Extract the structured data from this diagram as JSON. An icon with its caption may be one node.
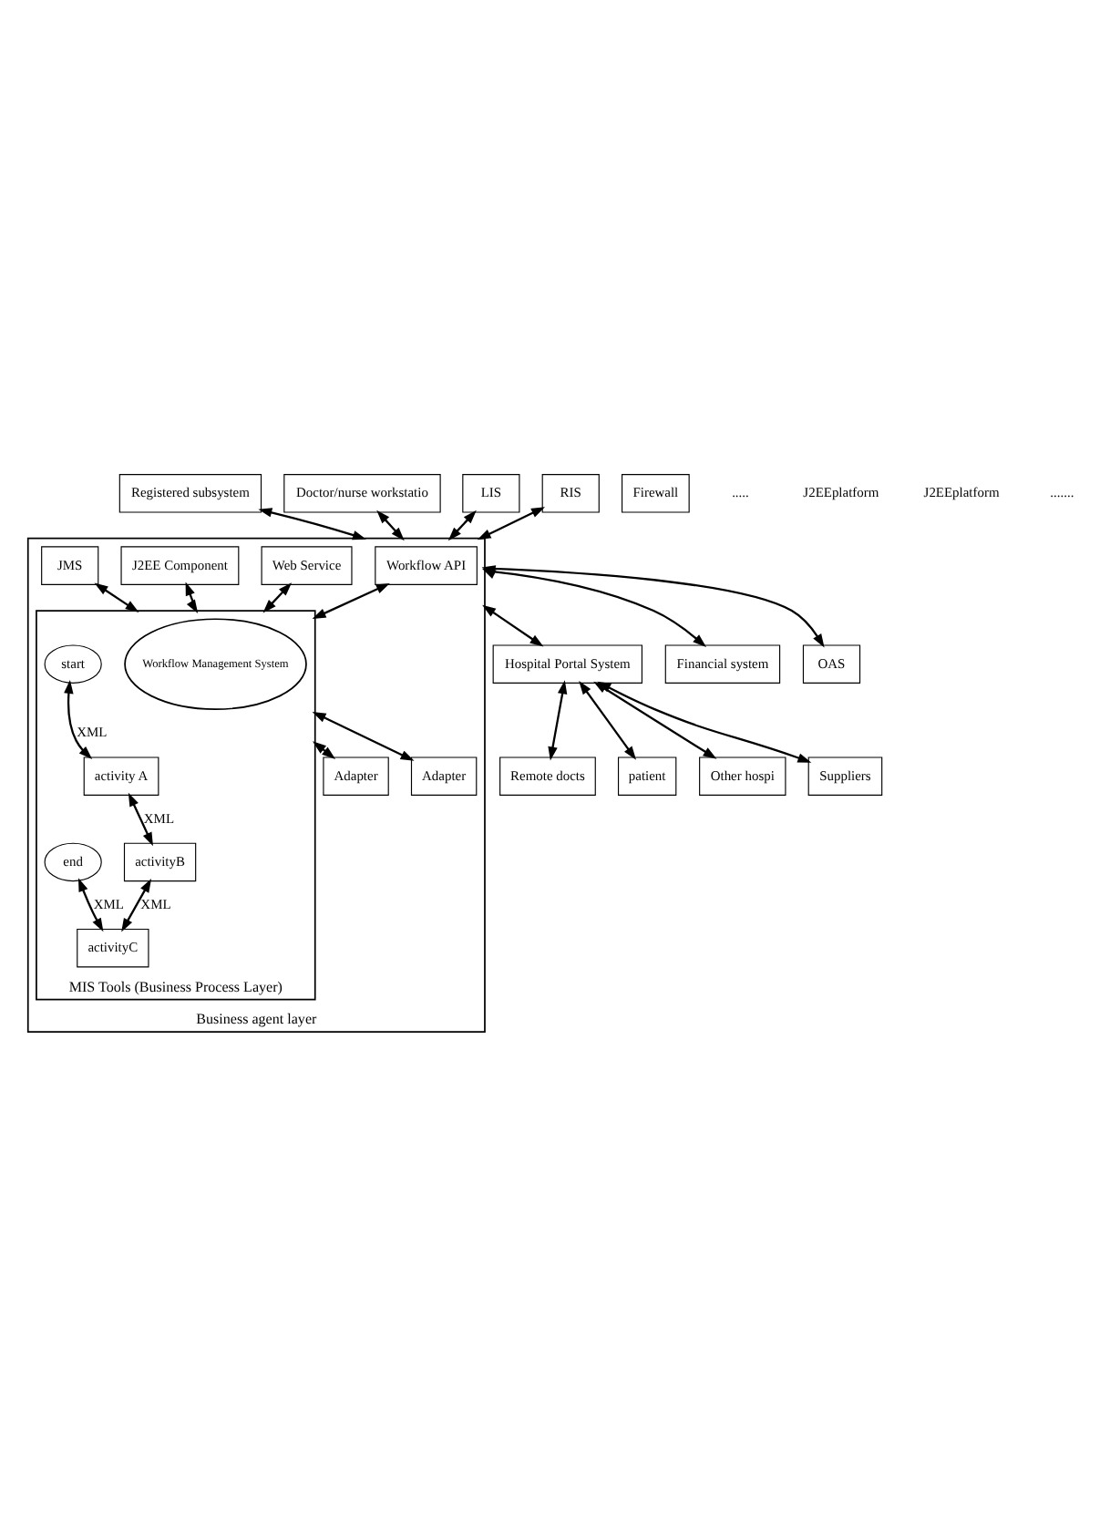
{
  "diagram": {
    "nodes": [
      {
        "text": [
          "Registered subsystem"
        ]
      },
      {
        "text": [
          "Doctor/nurse workstatio"
        ]
      },
      {
        "text": [
          "LIS"
        ]
      },
      {
        "text": [
          "RIS"
        ]
      },
      {
        "text": [
          "Business agent layer"
        ]
      },
      {
        "text": [
          "Workflow API"
        ],
        "in": 4
      },
      {
        "text": [
          "Web Service"
        ],
        "in": 4
      },
      {
        "text": [
          "J2EE Component"
        ],
        "in": 4
      },
      {
        "text": [
          "JMS"
        ],
        "in": 4
      },
      {
        "text": [
          "MIS Tools (Business Process Layer)"
        ],
        "in": 4
      },
      {
        "text": [
          "Workflow Management System"
        ],
        "in": 9
      },
      {
        "text": [
          "start"
        ],
        "in": 9
      },
      {
        "text": [
          "activity A"
        ],
        "in": 9
      },
      {
        "text": [
          "end"
        ],
        "in": 9
      },
      {
        "text": [
          "activityB"
        ],
        "in": 9
      },
      {
        "text": [
          "activityC"
        ],
        "in": 9
      },
      {
        "text": [
          "Adapter"
        ],
        "in": 4
      },
      {
        "text": [
          "Adapter"
        ],
        "in": 4
      },
      {
        "text": [
          "Hospital Portal System"
        ]
      },
      {
        "text": [
          "Firewall"
        ]
      },
      {
        "text": [
          "Remote docts"
        ]
      },
      {
        "text": [
          "patient"
        ]
      },
      {
        "text": [
          "Other hospi"
        ]
      },
      {
        "text": [
          "Suppliers"
        ]
      },
      {
        "text": [
          "Financial system"
        ]
      },
      {
        "text": [
          "OAS"
        ]
      }
    ],
    "edges": [
      {
        "from": 0,
        "to": 4,
        "arrow": "both"
      },
      {
        "from": 1,
        "to": 4,
        "arrow": "both"
      },
      {
        "from": 2,
        "to": 4,
        "arrow": "both"
      },
      {
        "from": 3,
        "to": 4,
        "arrow": "both"
      },
      {
        "from": 5,
        "to": 9,
        "arrow": "both"
      },
      {
        "from": 6,
        "to": 9,
        "arrow": "both"
      },
      {
        "from": 7,
        "to": 9,
        "arrow": "both"
      },
      {
        "from": 8,
        "to": 9,
        "arrow": "both"
      },
      {
        "from": 11,
        "to": 12,
        "arrow": "both",
        "label": "XML"
      },
      {
        "from": 12,
        "to": 14,
        "arrow": "both",
        "label": "XML"
      },
      {
        "from": 14,
        "to": 15,
        "arrow": "both",
        "label": "XML"
      },
      {
        "from": 13,
        "to": 15,
        "arrow": "both",
        "label": "XML"
      },
      {
        "from": 9,
        "to": 16,
        "arrow": "both"
      },
      {
        "from": 9,
        "to": 17,
        "arrow": "both"
      },
      {
        "from": 4,
        "to": 18,
        "arrow": "both"
      },
      {
        "from": 4,
        "to": 24,
        "arrow": "both"
      },
      {
        "from": 4,
        "to": 25,
        "arrow": "both"
      },
      {
        "from": 18,
        "to": 20,
        "arrow": "both"
      },
      {
        "from": 18,
        "to": 21,
        "arrow": "both"
      },
      {
        "from": 18,
        "to": 22,
        "arrow": "both"
      },
      {
        "from": 18,
        "to": 23,
        "arrow": "both"
      }
    ],
    "labels": [
      ".....",
      "J2EEplatform",
      "J2EEplatform",
      "......."
    ]
  }
}
